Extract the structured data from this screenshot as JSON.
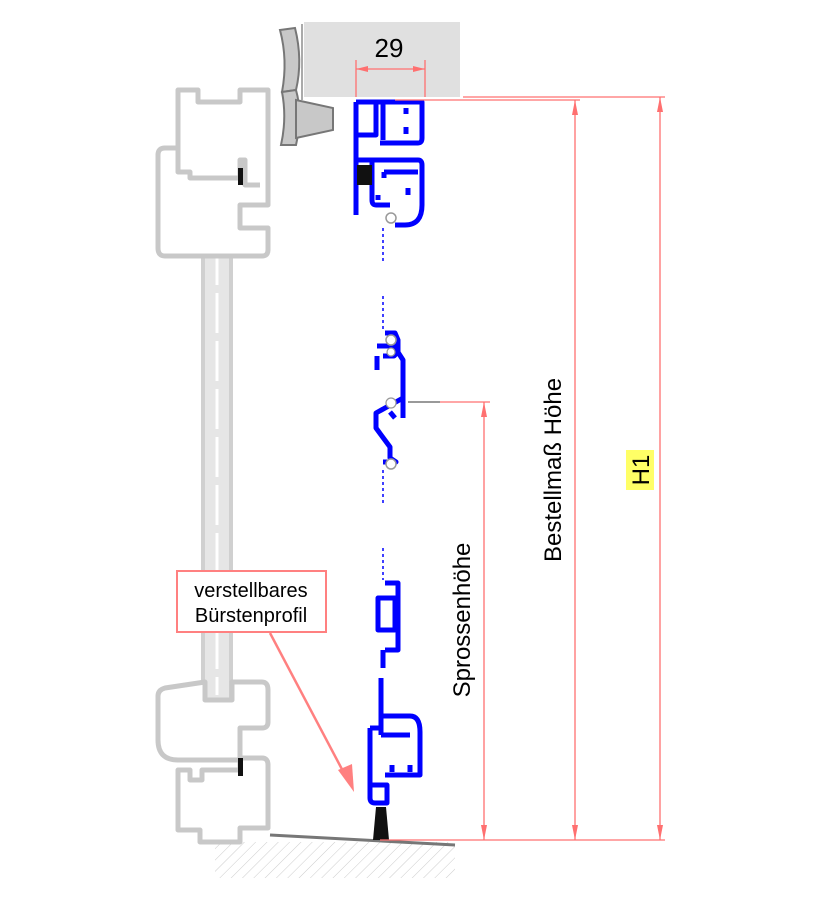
{
  "dimensions": {
    "top_width": "29",
    "order_height": "Bestellmaß Höhe",
    "bar_height": "Sprossenhöhe",
    "h1": "H1"
  },
  "callout": {
    "line1": "verstellbares",
    "line2": "Bürstenprofil"
  },
  "colors": {
    "profile": "#0000ff",
    "frame": "#c8c8c8",
    "dimension": "#ff7070",
    "highlight": "#ffff66"
  }
}
